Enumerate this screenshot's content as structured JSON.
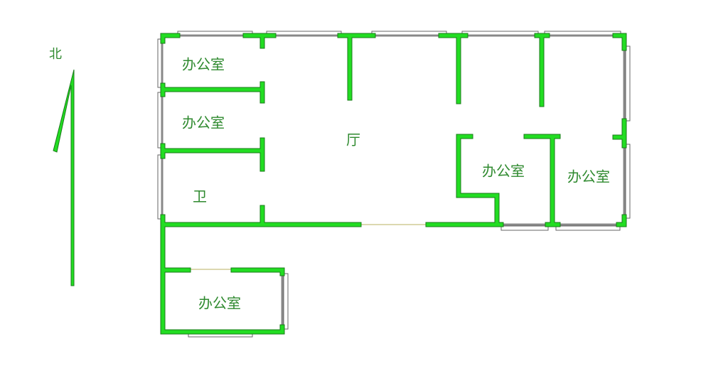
{
  "title": "办公楼平面图",
  "compass": {
    "label": "北"
  },
  "rooms": [
    {
      "id": "office-1",
      "label": "办公室"
    },
    {
      "id": "office-2",
      "label": "办公室"
    },
    {
      "id": "bathroom",
      "label": "卫"
    },
    {
      "id": "hall",
      "label": "厅"
    },
    {
      "id": "office-3",
      "label": "办公室"
    },
    {
      "id": "office-4",
      "label": "办公室"
    },
    {
      "id": "office-5",
      "label": "办公室"
    }
  ],
  "colors": {
    "wall": "#22dd22",
    "wall_edge": "#1a7a1a",
    "text": "#2f8a2f",
    "window": "#888888",
    "door": "#b8b060"
  }
}
